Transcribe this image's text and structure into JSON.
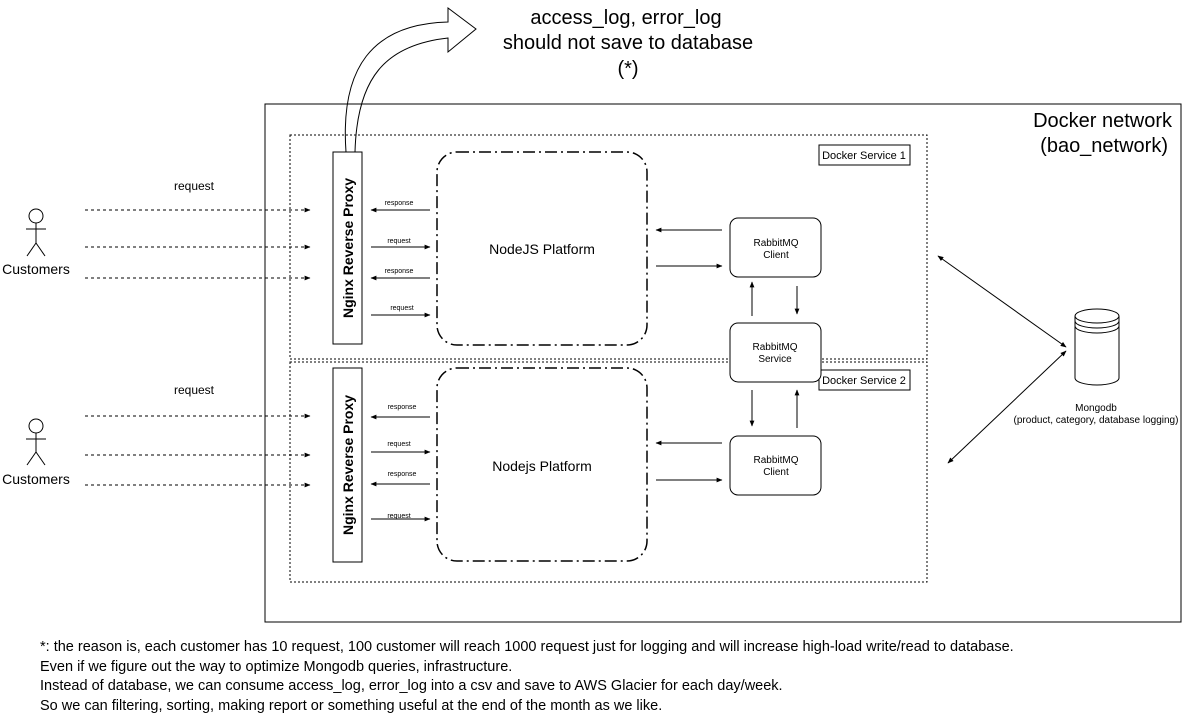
{
  "callout": {
    "line1": "access_log, error_log",
    "line2": "should not save to database",
    "line3": "(*)"
  },
  "docker_network": {
    "title_line1": "Docker network",
    "title_line2": "(bao_network)"
  },
  "services": [
    {
      "label": "Docker Service 1",
      "proxy_label": "Nginx Reverse Proxy",
      "platform_label": "NodeJS Platform",
      "client_label_line1": "RabbitMQ",
      "client_label_line2": "Client",
      "customers_label": "Customers",
      "request_label": "request",
      "edge_labels": [
        "response",
        "request",
        "response",
        "request"
      ]
    },
    {
      "label": "Docker Service 2",
      "proxy_label": "Nginx Reverse Proxy",
      "platform_label": "Nodejs Platform",
      "client_label_line1": "RabbitMQ",
      "client_label_line2": "Client",
      "customers_label": "Customers",
      "request_label": "request",
      "edge_labels": [
        "response",
        "request",
        "response",
        "request"
      ]
    }
  ],
  "rabbitmq_service": {
    "line1": "RabbitMQ",
    "line2": "Service"
  },
  "mongodb": {
    "name": "Mongodb",
    "description": "(product, category, database logging)"
  },
  "notes": [
    "*: the reason is, each customer has 10 request, 100 customer will reach 1000 request just for logging and will increase high-load write/read to database.",
    "Even if we figure out the way to optimize Mongodb queries, infrastructure.",
    "Instead of database, we can consume access_log, error_log into a csv and save to AWS Glacier for each day/week.",
    "So we can filtering, sorting, making report or something useful at the end of the month as we like."
  ]
}
